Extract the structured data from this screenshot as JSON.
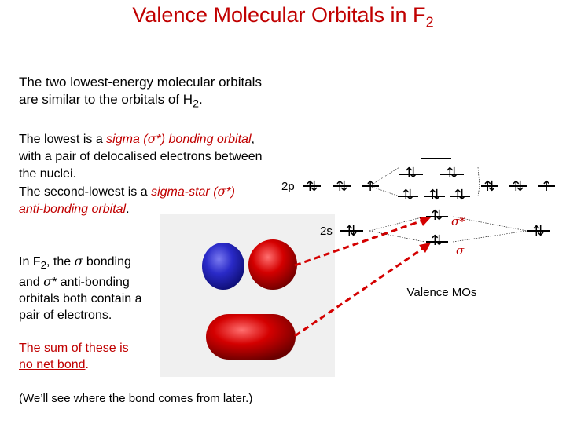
{
  "title": {
    "main": "Valence Molecular Orbitals in F",
    "subscript": "2"
  },
  "intro": {
    "line1": "The two lowest-energy molecular orbitals",
    "line2_prefix": "are similar to the orbitals of H",
    "line2_sub": "2",
    "line2_suffix": "."
  },
  "lowest": {
    "prefix": "The lowest is a ",
    "sigma_word": "sigma (",
    "sigma_symbol": "σ",
    "sigma_star": "*) bonding orbital",
    "after_orbital": ",",
    "line2": "with a pair of delocalised electrons between",
    "line3": "the nuclei.",
    "second_prefix": "The second-lowest is a ",
    "sigma_star_word": "sigma-star (",
    "sigma_star_symbol": "σ",
    "sigma_star_close": "*)",
    "antibonding": "anti-bonding orbital",
    "period": "."
  },
  "f2_text": {
    "l1_prefix": "In F",
    "l1_sub": "2",
    "l1_middle": ", the ",
    "l1_symbol": "σ",
    "l1_suffix": " bonding",
    "l2_prefix": "and ",
    "l2_symbol": "σ",
    "l2_suffix": "* anti-bonding",
    "l3": "orbitals both contain a",
    "l4": "pair of electrons."
  },
  "sum_text": {
    "l1": "The sum of these is",
    "l2_underlined": "no net bond",
    "l2_period": "."
  },
  "later_text": "(We’ll see where the bond comes from later.)",
  "diagram": {
    "label_2p": "2p",
    "label_2s": "2s",
    "label_sigma_star": "σ*",
    "label_sigma": "σ",
    "caption": "Valence MOs",
    "electron_pair": "⇅",
    "electron_single": "↑"
  },
  "colors": {
    "accent_red": "#c00000",
    "orbital_blue": "#2a2ac8",
    "orbital_red": "#d40000",
    "line_black": "#000000"
  }
}
